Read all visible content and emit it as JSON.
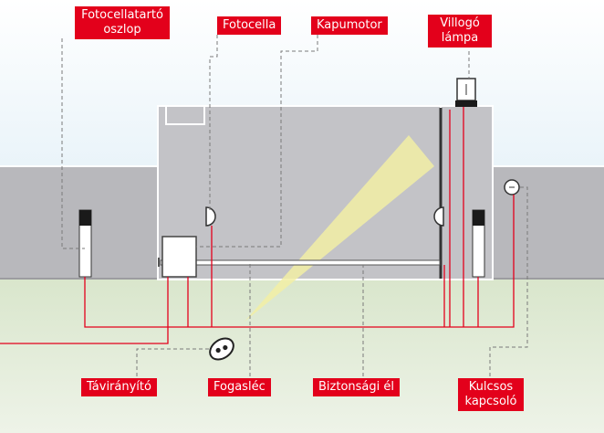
{
  "labels": {
    "photocell_post": [
      "Fotocellatartó",
      "oszlop"
    ],
    "photocell": "Fotocella",
    "gate_motor": "Kapumotor",
    "flashing_lamp": [
      "Villogó",
      "lámpa"
    ],
    "remote_control": "Távirányító",
    "gear_rack": "Fogasléc",
    "safety_edge": "Biztonsági él",
    "key_switch": [
      "Kulcsos",
      "kapcsoló"
    ]
  },
  "colors": {
    "label_bg": "#e3001b",
    "label_text": "#ffffff",
    "wire": "#e3001b",
    "sky": "#ddeef6",
    "grass": "#dfe9d3",
    "wall": "#b9b9bd",
    "gate": "#c2c2c6"
  }
}
